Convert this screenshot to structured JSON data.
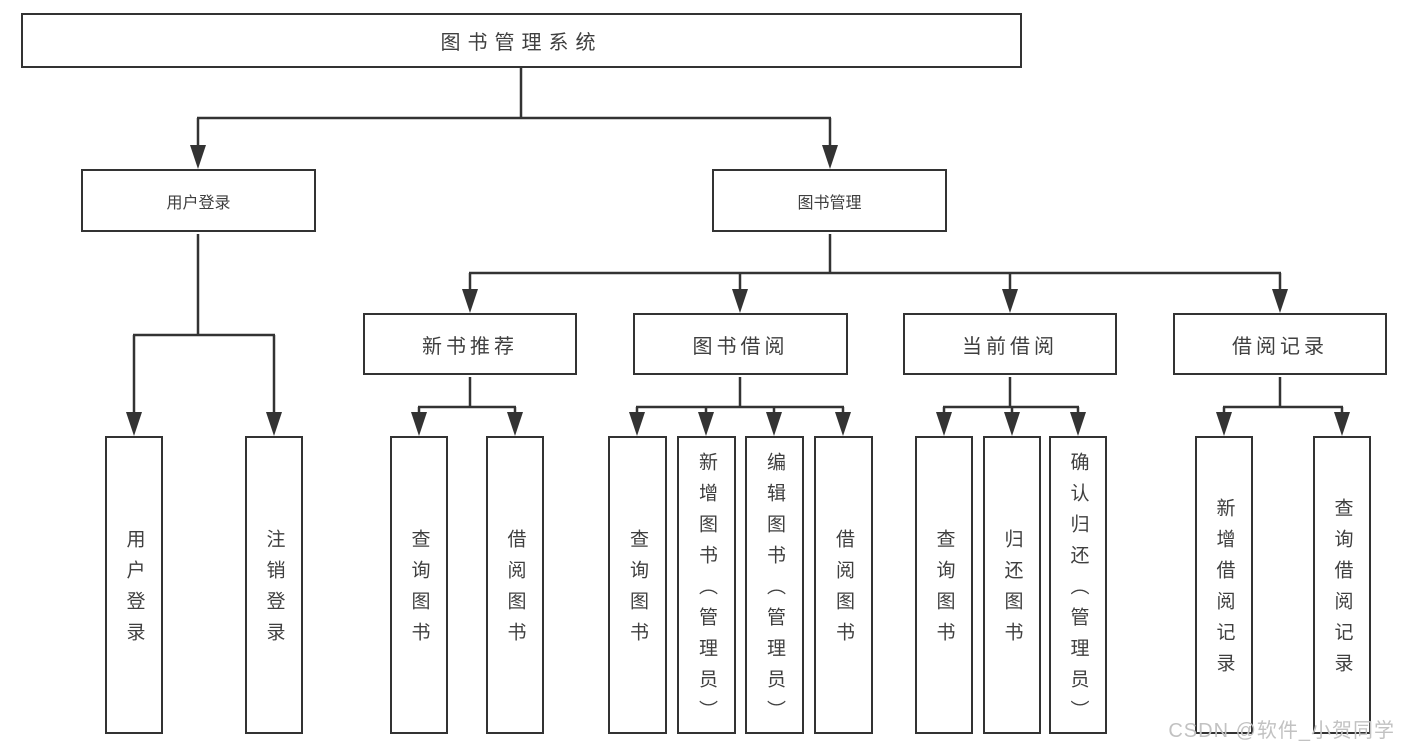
{
  "tree": {
    "root": {
      "label": "图书管理系统",
      "children": [
        {
          "label": "用户登录",
          "children": [
            {
              "label": "用户登录"
            },
            {
              "label": "注销登录"
            }
          ]
        },
        {
          "label": "图书管理",
          "children": [
            {
              "label": "新书推荐",
              "children": [
                {
                  "label": "查询图书"
                },
                {
                  "label": "借阅图书"
                }
              ]
            },
            {
              "label": "图书借阅",
              "children": [
                {
                  "label": "查询图书"
                },
                {
                  "label": "新增图书（管理员）"
                },
                {
                  "label": "编辑图书（管理员）"
                },
                {
                  "label": "借阅图书"
                }
              ]
            },
            {
              "label": "当前借阅",
              "children": [
                {
                  "label": "查询图书"
                },
                {
                  "label": "归还图书"
                },
                {
                  "label": "确认归还（管理员）"
                }
              ]
            },
            {
              "label": "借阅记录",
              "children": [
                {
                  "label": "新增借阅记录"
                },
                {
                  "label": "查询借阅记录"
                }
              ]
            }
          ]
        }
      ]
    }
  },
  "watermark": {
    "text": "CSDN @软件_小贺同学"
  },
  "colors": {
    "line": "#333333",
    "text": "#3f3f3f",
    "watermark": "#c2c2c2",
    "background": "#ffffff"
  }
}
